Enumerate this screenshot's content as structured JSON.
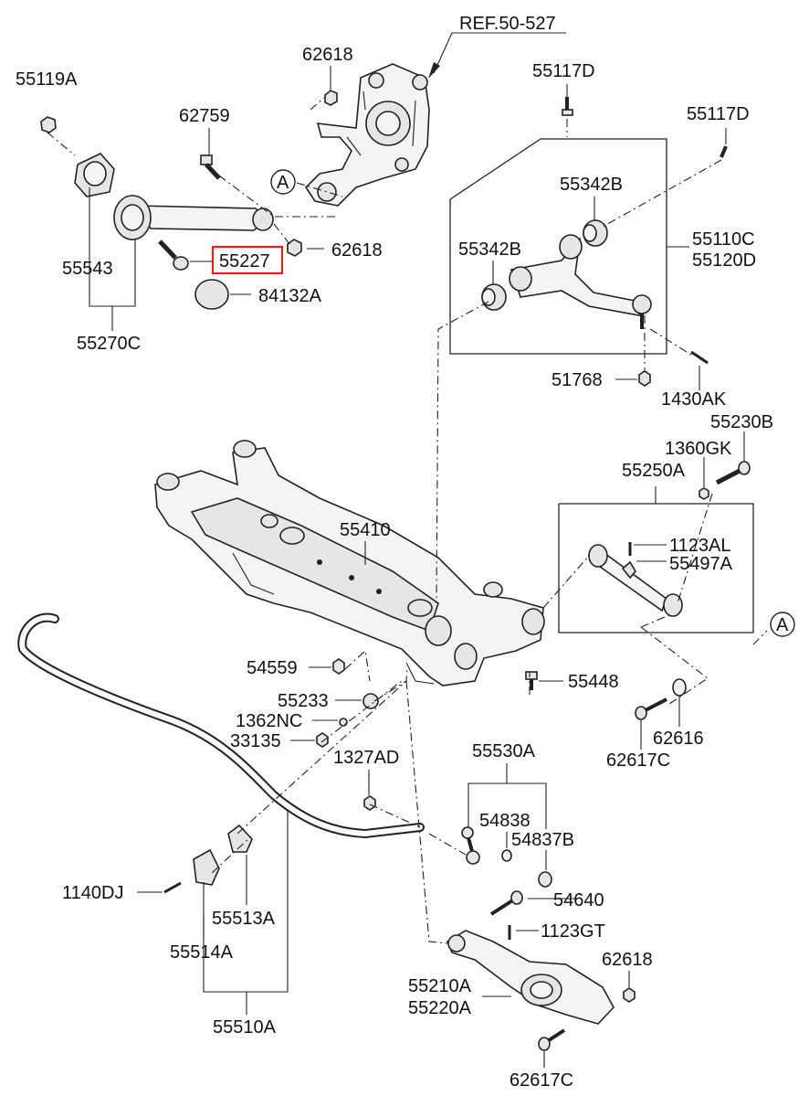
{
  "colors": {
    "line": "#222222",
    "highlight": "#e0231c",
    "background": "#ffffff"
  },
  "labels": {
    "ref": "REF.50-527",
    "p62618_top": "62618",
    "p55119A": "55119A",
    "p62759": "62759",
    "p55117D_a": "55117D",
    "p55117D_b": "55117D",
    "p55342B_a": "55342B",
    "p55342B_b": "55342B",
    "p55110C": "55110C",
    "p55120D": "55120D",
    "p55543": "55543",
    "p55227": "55227",
    "p62618_mid": "62618",
    "p84132A": "84132A",
    "p55270C": "55270C",
    "p51768": "51768",
    "p1430AK": "1430AK",
    "p55230B": "55230B",
    "p1360GK": "1360GK",
    "p55250A": "55250A",
    "p55410": "55410",
    "p1123AL": "1123AL",
    "p55497A": "55497A",
    "circleA_1": "A",
    "circleA_2": "A",
    "p54559": "54559",
    "p55448": "55448",
    "p55233": "55233",
    "p1362NC": "1362NC",
    "p33135": "33135",
    "p62616": "62616",
    "p62617C_a": "62617C",
    "p55530A": "55530A",
    "p1327AD": "1327AD",
    "p54838": "54838",
    "p54837B": "54837B",
    "p54640": "54640",
    "p1140DJ": "1140DJ",
    "p55513A": "55513A",
    "p1123GT": "1123GT",
    "p55514A": "55514A",
    "p62618_low": "62618",
    "p55210A": "55210A",
    "p55220A": "55220A",
    "p55510A": "55510A",
    "p62617C_b": "62617C"
  }
}
